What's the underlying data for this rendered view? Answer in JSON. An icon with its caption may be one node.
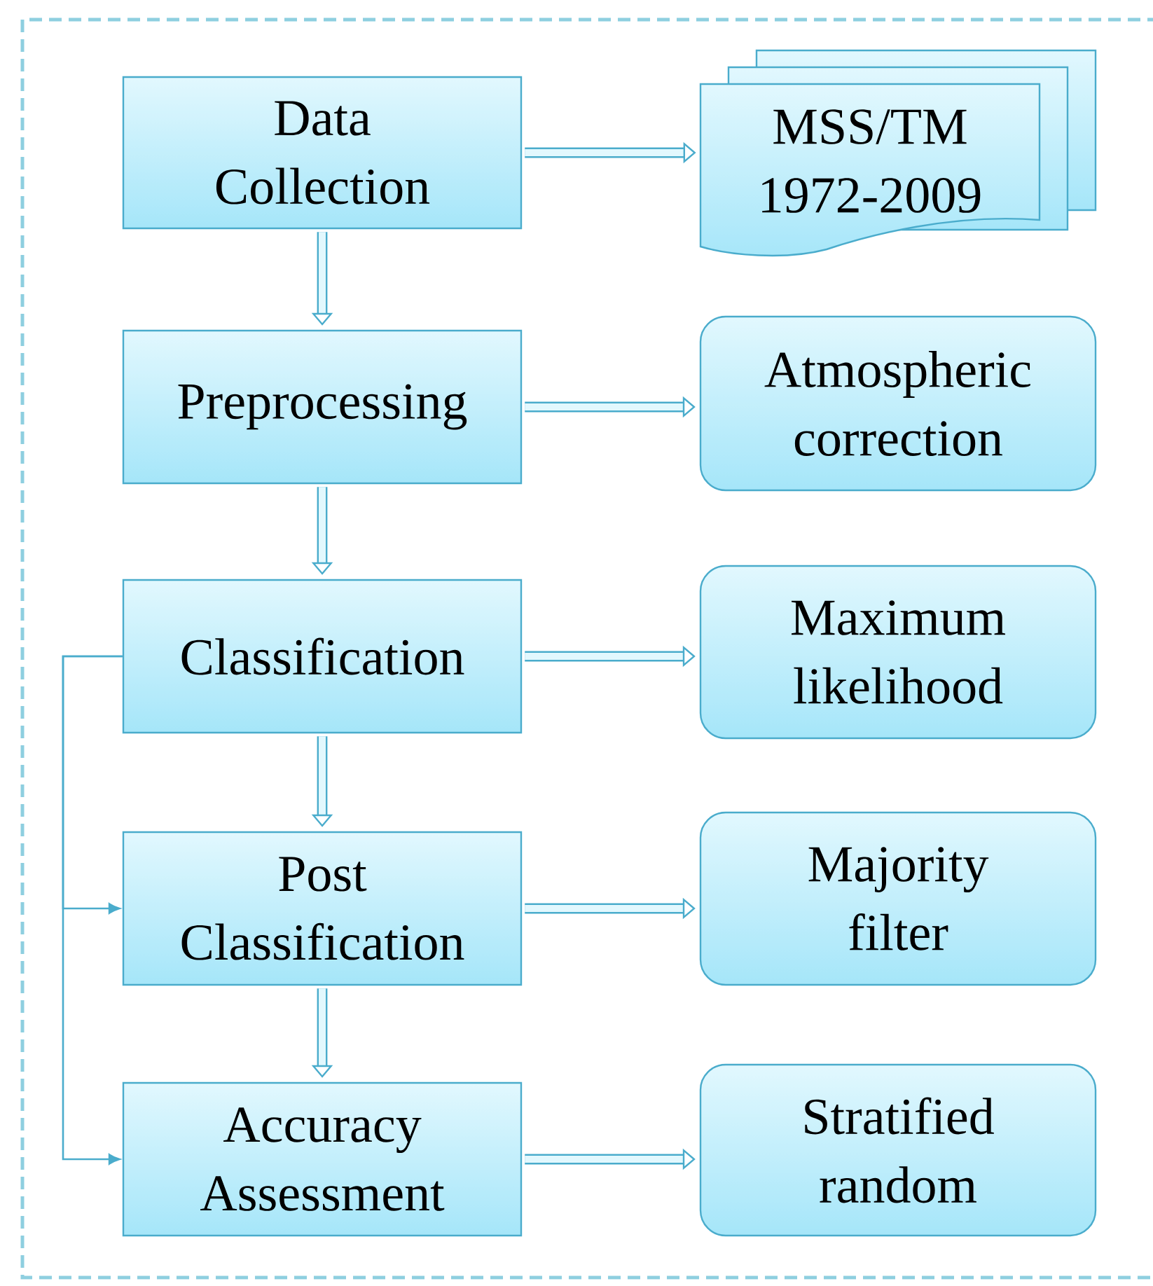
{
  "diagram": {
    "nodes": [
      {
        "text": [
          "Data Collection"
        ]
      },
      {
        "text": [
          "MSS/TM 1972-2009"
        ]
      },
      {
        "text": [
          "Preprocessing"
        ]
      },
      {
        "text": [
          "Atmospheric correction"
        ]
      },
      {
        "text": [
          "Classification"
        ]
      },
      {
        "text": [
          "Maximum likelihood"
        ]
      },
      {
        "text": [
          "Post Classification"
        ]
      },
      {
        "text": [
          "Majority filter"
        ]
      },
      {
        "text": [
          "Accuracy Assessment"
        ]
      },
      {
        "text": [
          "Stratified random"
        ]
      }
    ],
    "edges": [
      {
        "from": 0,
        "to": 1,
        "arrow": "to"
      },
      {
        "from": 0,
        "to": 2,
        "arrow": "to"
      },
      {
        "from": 2,
        "to": 3,
        "arrow": "to"
      },
      {
        "from": 2,
        "to": 4,
        "arrow": "to"
      },
      {
        "from": 4,
        "to": 5,
        "arrow": "to"
      },
      {
        "from": 4,
        "to": 6,
        "arrow": "to"
      },
      {
        "from": 6,
        "to": 7,
        "arrow": "to"
      },
      {
        "from": 6,
        "to": 8,
        "arrow": "to"
      },
      {
        "from": 8,
        "to": 9,
        "arrow": "to"
      },
      {
        "from": 4,
        "to": 6,
        "arrow": "to"
      },
      {
        "from": 4,
        "to": 8,
        "arrow": "to"
      }
    ]
  }
}
